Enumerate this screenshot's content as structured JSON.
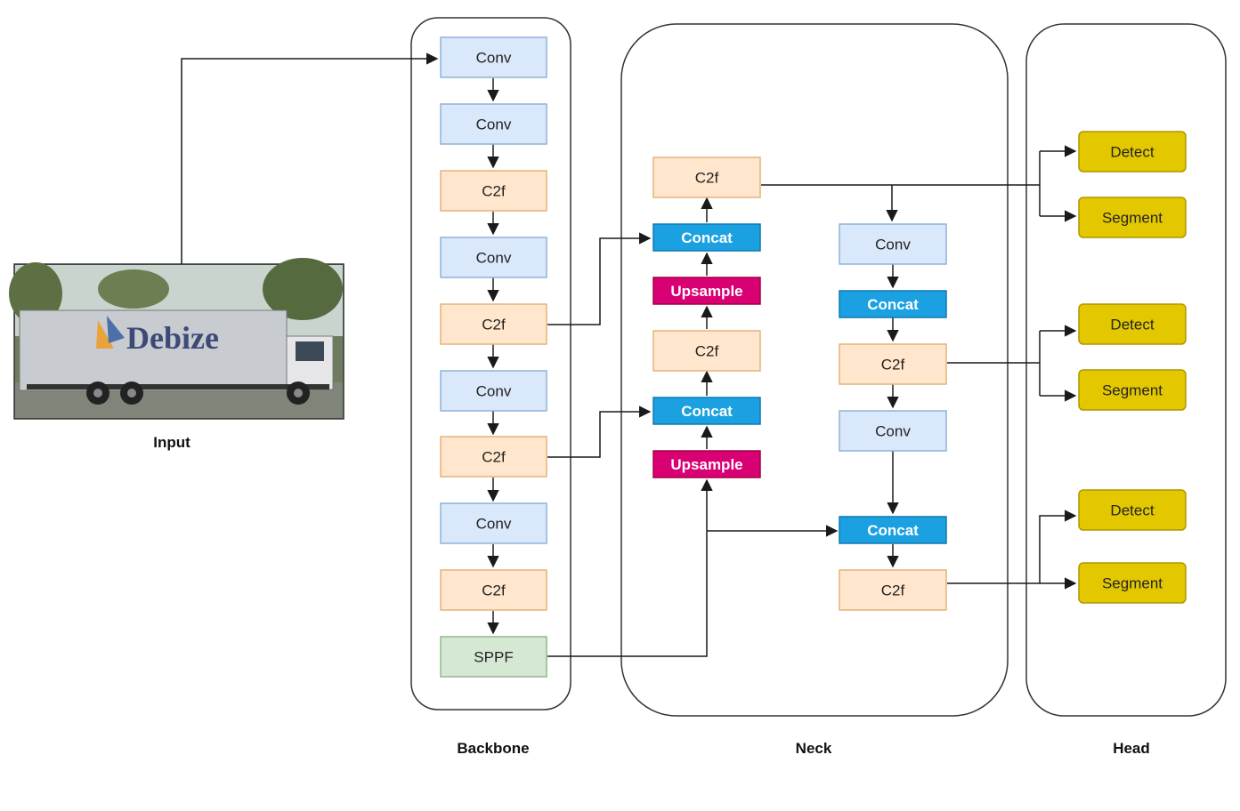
{
  "colors": {
    "conv": "#dae8fc",
    "conv_border": "#8eb3d6",
    "c2f": "#ffe6cc",
    "c2f_border": "#e3b47a",
    "sppf": "#d5e8d4",
    "sppf_border": "#92b98c",
    "concat": "#1ba1e2",
    "concat_border": "#0e79b0",
    "upsample": "#d80073",
    "upsample_border": "#a50040",
    "head": "#e3c800",
    "head_border": "#b09500",
    "line": "#1a1a1a"
  },
  "input": {
    "label": "Input",
    "image_text": "Debize",
    "icon": "truck-photo"
  },
  "sections": {
    "backbone": "Backbone",
    "neck": "Neck",
    "head": "Head"
  },
  "backbone": [
    {
      "id": "b1",
      "label": "Conv",
      "kind": "conv"
    },
    {
      "id": "b2",
      "label": "Conv",
      "kind": "conv"
    },
    {
      "id": "b3",
      "label": "C2f",
      "kind": "c2f"
    },
    {
      "id": "b4",
      "label": "Conv",
      "kind": "conv"
    },
    {
      "id": "b5",
      "label": "C2f",
      "kind": "c2f"
    },
    {
      "id": "b6",
      "label": "Conv",
      "kind": "conv"
    },
    {
      "id": "b7",
      "label": "C2f",
      "kind": "c2f"
    },
    {
      "id": "b8",
      "label": "Conv",
      "kind": "conv"
    },
    {
      "id": "b9",
      "label": "C2f",
      "kind": "c2f"
    },
    {
      "id": "b10",
      "label": "SPPF",
      "kind": "sppf"
    }
  ],
  "neck_left": [
    {
      "id": "n1",
      "label": "C2f",
      "kind": "c2f"
    },
    {
      "id": "n2",
      "label": "Concat",
      "kind": "concat"
    },
    {
      "id": "n3",
      "label": "Upsample",
      "kind": "upsample"
    },
    {
      "id": "n4",
      "label": "C2f",
      "kind": "c2f"
    },
    {
      "id": "n5",
      "label": "Concat",
      "kind": "concat"
    },
    {
      "id": "n6",
      "label": "Upsample",
      "kind": "upsample"
    }
  ],
  "neck_right": [
    {
      "id": "r1",
      "label": "Conv",
      "kind": "conv"
    },
    {
      "id": "r2",
      "label": "Concat",
      "kind": "concat"
    },
    {
      "id": "r3",
      "label": "C2f",
      "kind": "c2f"
    },
    {
      "id": "r4",
      "label": "Conv",
      "kind": "conv"
    },
    {
      "id": "r5",
      "label": "Concat",
      "kind": "concat"
    },
    {
      "id": "r6",
      "label": "C2f",
      "kind": "c2f"
    }
  ],
  "head": [
    {
      "id": "h1",
      "label": "Detect",
      "kind": "head"
    },
    {
      "id": "h2",
      "label": "Segment",
      "kind": "head"
    },
    {
      "id": "h3",
      "label": "Detect",
      "kind": "head"
    },
    {
      "id": "h4",
      "label": "Segment",
      "kind": "head"
    },
    {
      "id": "h5",
      "label": "Detect",
      "kind": "head"
    },
    {
      "id": "h6",
      "label": "Segment",
      "kind": "head"
    }
  ]
}
